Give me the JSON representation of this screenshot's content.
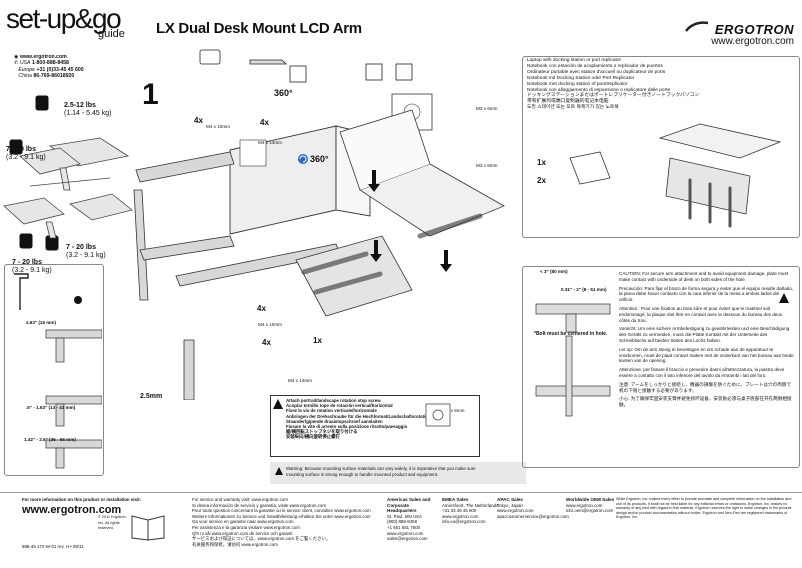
{
  "header": {
    "brand": "set-up&go",
    "brand_sub": "guide",
    "title": "LX Dual Desk Mount LCD Arm",
    "logo": "ERGOTRON",
    "logo_url": "www.ergotron.com"
  },
  "contact": {
    "url": "www.ergotron.com",
    "usa_label": "USA",
    "usa": "1-800-888-8458",
    "europe_label": "Europe",
    "europe": "+31 (0)33-45 45 600",
    "china_label": "China",
    "china": "86-769-86018920"
  },
  "weights": {
    "w1": "2.5-12 lbs",
    "w1_kg": "(1.14 - 5.45 kg)",
    "w2": "7 - 20 lbs",
    "w2_kg": "(3.2 - 9.1 kg)",
    "w3": "7 - 20 lbs",
    "w3_kg": "(3.2 - 9.1 kg)",
    "w4": "7 - 20 lbs",
    "w4_kg": "(3.2 - 9.1 kg)"
  },
  "step": {
    "number": "1",
    "rot1": "360°",
    "rot2": "360°"
  },
  "quantities": {
    "q1": "4x",
    "q1_spec": "M4 x 10mm",
    "q2": "4x",
    "q2_spec": "M4 x 14mm",
    "q3": "4x",
    "q3_spec": "M4 x 10mm",
    "q4": "4x",
    "q4_spec": "M4 x 14mm",
    "q5": "1x",
    "m3": "M3 x 6mm",
    "m3b": "M3 x 6mm",
    "m3c": "M3 x 6mm",
    "m25": "2.5mm"
  },
  "laptop": {
    "lines": [
      "Laptop with docking station or port replicator",
      "Notebook con estación de acoplamiento o replicador de puertos",
      "Ordinateur portable avec station d'accueil ou duplicateur de ports",
      "Notebook mit Docking Station oder Port Replicator",
      "Notebook met docking station of poortreplicator",
      "Notebook con alloggiamento di espansione o replicatore delle porte",
      "ドッキングステーションまたはポートレプリケーター付きノートブックパソコン",
      "带有扩展坞或端口复制器的笔记本电脑",
      "도킹 스테이션 또는 포트 복제기가 있는 노트북"
    ],
    "q1": "1x",
    "q2": "2x"
  },
  "clearance": {
    "c1": "≤.63\" (16 mm)",
    "c2": ".5\" - 1.63\" (13 - 41 mm)",
    "c3": "1.42\" - 2.6\" (36 - 66 mm)",
    "c4": "< 3\"",
    "c4b": "(80 mm)",
    "c5": "0.31\" - 2\"",
    "c5b": "(8 - 51 mm)",
    "bolt_note": "*Bolt must be centered in hole."
  },
  "clamp": {
    "lines": [
      "Attach portrait/landscape rotation stop screw",
      "Acoplar tornillo tope de rotación vertical/horizontal",
      "Fixez la vis de rotation verticale/horizontale",
      "Anbringen der Drehschraube für die Hochformat/Landschaftsrotation.",
      "Staanderfgipende draaistopschroef aanslaiten",
      "Fissare la vite di arresto sulla posizione ritratto/paesaggio",
      "縦/横回転ストップネジを取り付ける",
      "安装纵向/横向旋转停止螺钉"
    ]
  },
  "warning": {
    "line1": "Warning: Because mounting surface materials can vary widely, it is imperative that you make sure",
    "line2": "mounting surface is strong enough to handle mounted product and equipment."
  },
  "caution": {
    "paragraphs": [
      "CAUTION: For secure arm attachment and to avoid equipment damage, plate must make contact with underside of desk on both sides of the hole.",
      "Precaución: Para fijar el brazo de forma segura y evitar que el equipo resulte dañado, la placa debe hacer contacto con la cara inferior de la mesa a ambos lados del orificio.",
      "Attention : Pour une fixation au bras sûre et pour éviter que le matériel soit endommagé, la plaque doit être en contact avec le dessous du bureau des deux côtés du trou.",
      "Vorsicht: Um eine sichere Armbefestigung zu gewährleisten und eine Beschädigung des Geräts zu vermeiden, muss die Platte Kontakt mit der Unterseite des Schreibtischs auf beiden Seiten des Lochs haben.",
      "Let op: Om de arm stevig te bevestigen en om schade aan de apparatuur te voorkomen, moet de plaat contact maken met de onderkant van het bureau aan beide kanten van de opening.",
      "Attenzione: per fissare il braccio e prevenire danni all'attrezzatura, la piastra deve essere a contatto con il lato inferiore del tavolo da entrambi i lati del foro.",
      "注意: アームをしっかりと接続し、機器の損傷を防ぐために、プレートは穴の両側で机の下側と接触する必要があります。",
      "小心: 为了确保牢固安装支臂并避免损坏设备，安装板必须与桌子底部在开孔两侧相接触。"
    ]
  },
  "footer": {
    "more_info": "For more information on this product or installation visit:",
    "url": "www.ergotron.com",
    "copyright": "© 2011 Ergotron, Inc. All rights reserved.",
    "doc_id": "888-45-172-W-01 rev. H • 09/11",
    "service": [
      "For service and warranty visit: www.ergotron.com",
      "Si desea información de servicio y garantía, visite www.ergotron.com",
      "Pour toute question concernant la garantie ou le service client, consultez www.ergotron.com",
      "Weitere Informationen zu Service und Gewährleistung erhalten Sie unter www.ergotron.com",
      "Ga voor service en garantie naar www.ergotron.com",
      "Per assistenza e la garanzia visitare www.ergotron.com",
      "Qĩn ni sắi www.ergotron.com de service och garanti",
      "サービスおよび保証については、www.ergotron.com をご覧ください。",
      "有关服务和保修，请访问 www.ergotron.com"
    ],
    "americas_head": "Americas Sales and Corporate Headquarters",
    "americas": [
      "St. Paul, MN USA",
      "(800) 888-8458",
      "+1 651 681 7600",
      "www.ergotron.com",
      "sales@ergotron.com"
    ],
    "emea_head": "EMEA Sales",
    "emea": [
      "Amersfoort, The Netherlands",
      "+31 33 45 45 600",
      "www.ergotron.com",
      "info.eu@ergotron.com"
    ],
    "apac_head": "APAC Sales",
    "apac": [
      "Tokyo, Japan",
      "www.ergotron.com",
      "apaccustomerservice@ergotron.com"
    ],
    "oem_head": "Worldwide OEM Sales",
    "oem": [
      "www.ergotron.com",
      "info.oem@ergotron.com"
    ],
    "legal": "While Ergotron, Inc. makes every effort to provide accurate and complete information on the installation and use of its products, it shall not be held liable for any editorial errors or omissions. Ergotron, Inc. makes no warranty of any kind with regard to this material. Ergotron reserves the right to make changes in the product design and/or product documentation without notice. Ergotron and Neo-Flex are registered trademarks of Ergotron, Inc."
  }
}
